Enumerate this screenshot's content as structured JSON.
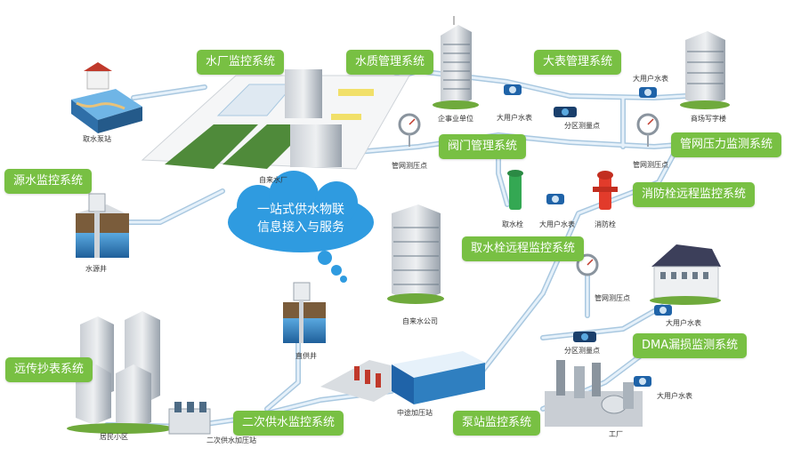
{
  "systems": {
    "water_plant": "水厂监控系统",
    "water_quality": "水质管理系统",
    "large_meter": "大表管理系统",
    "valve": "阀门管理系统",
    "pipe_pressure": "管网压力监测系统",
    "source_water": "源水监控系统",
    "hydrant": "消防栓远程监控系统",
    "hydrant_intake": "取水栓远程监控系统",
    "remote_meter": "远传抄表系统",
    "secondary_supply": "二次供水监控系统",
    "pump_station": "泵站监控系统",
    "dma": "DMA漏损监测系统"
  },
  "center": {
    "line1": "一站式供水物联",
    "line2": "信息接入与服务"
  },
  "labels": {
    "intake_station": "取水泵站",
    "water_plant": "自来水厂",
    "source_well": "水源井",
    "enterprise": "企事业单位",
    "large_meter_1": "大用户水表",
    "zone_point_1": "分区测量点",
    "commercial": "商场写字楼",
    "large_meter_2": "大用户水表",
    "pressure_point_1": "管网测压点",
    "pressure_point_2": "管网测压点",
    "intake_hydrant": "取水栓",
    "large_meter_3": "大用户水表",
    "fire_hydrant": "消防栓",
    "water_company": "自来水公司",
    "pressure_point_3": "管网测压点",
    "large_meter_4": "大用户水表",
    "zone_point_2": "分区测量点",
    "direct_well": "直供井",
    "residential": "居民小区",
    "secondary_station": "二次供水加压站",
    "booster_station": "中途加压站",
    "factory": "工厂",
    "large_meter_5": "大用户水表"
  },
  "colors": {
    "tag_green": "#78c043",
    "cloud_blue": "#2f9be0",
    "pipe": "#cfe3f3",
    "pipe_edge": "#a9c8e0",
    "building_gray": "#9aa3ad",
    "water_blue": "#2f7fc0",
    "hydrant_red": "#e23b2b",
    "hydrant_green": "#34a853"
  }
}
